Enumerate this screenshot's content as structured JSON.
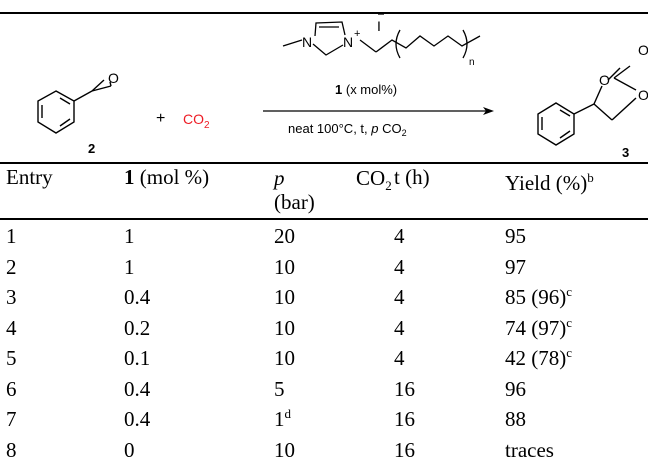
{
  "scheme": {
    "epoxide_label": "2",
    "plus": "+",
    "co2": "CO",
    "co2_sub": "2",
    "catalyst_iodide": "I",
    "catalyst_charge": "+",
    "catalyst_n_label": "n",
    "catalyst_methyl_label": "N",
    "catalyst_label": "1",
    "catalyst_loading": "(x mol%)",
    "conditions_prefix": "neat  100°C, t,",
    "conditions_p": "p",
    "conditions_co2": "CO",
    "conditions_co2_sub": "2",
    "product_label": "3",
    "ring_o": "O",
    "colors": {
      "co2": "#ee1c25",
      "lines": "#000000"
    }
  },
  "table": {
    "headers": {
      "entry": "Entry",
      "cat_bold": "1",
      "cat_rest": " (mol %)",
      "p": "p",
      "p_co2": "CO",
      "p_co2_sub": "2",
      "p_unit": "(bar)",
      "t": "t (h)",
      "yield": "Yield (%)",
      "yield_sup": "b"
    },
    "rows": [
      {
        "entry": "1",
        "cat": "1",
        "p": "20",
        "p_sup": "",
        "t": "4",
        "yield": "95",
        "yield_extra": "",
        "yield_sup": ""
      },
      {
        "entry": "2",
        "cat": "1",
        "p": "10",
        "p_sup": "",
        "t": "4",
        "yield": "97",
        "yield_extra": "",
        "yield_sup": ""
      },
      {
        "entry": "3",
        "cat": "0.4",
        "p": "10",
        "p_sup": "",
        "t": "4",
        "yield": "85",
        "yield_extra": " (96)",
        "yield_sup": "c"
      },
      {
        "entry": "4",
        "cat": "0.2",
        "p": "10",
        "p_sup": "",
        "t": "4",
        "yield": "74",
        "yield_extra": " (97)",
        "yield_sup": "c"
      },
      {
        "entry": "5",
        "cat": "0.1",
        "p": "10",
        "p_sup": "",
        "t": "4",
        "yield": "42",
        "yield_extra": " (78)",
        "yield_sup": "c"
      },
      {
        "entry": "6",
        "cat": "0.4",
        "p": "5",
        "p_sup": "",
        "t": "16",
        "yield": "96",
        "yield_extra": "",
        "yield_sup": ""
      },
      {
        "entry": "7",
        "cat": "0.4",
        "p": "1",
        "p_sup": "d",
        "t": "16",
        "yield": "88",
        "yield_extra": "",
        "yield_sup": ""
      },
      {
        "entry": "8",
        "cat": "0",
        "p": "10",
        "p_sup": "",
        "t": "16",
        "yield": "traces",
        "yield_extra": "",
        "yield_sup": ""
      }
    ]
  }
}
